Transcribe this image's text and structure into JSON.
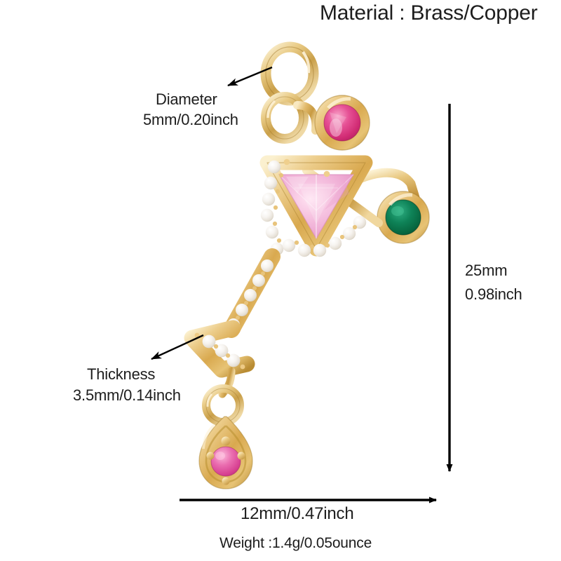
{
  "title": {
    "material_label": "Material : Brass/Copper"
  },
  "annotations": {
    "diameter": {
      "name": "Diameter",
      "value": "5mm/0.20inch"
    },
    "thickness": {
      "name": "Thickness",
      "value": "3.5mm/0.14inch"
    },
    "height": {
      "mm": "25mm",
      "inch": "0.98inch"
    },
    "width": {
      "value": "12mm/0.47inch"
    },
    "weight": {
      "value": "Weight :1.4g/0.05ounce"
    }
  },
  "product": {
    "type": "cocktail-glass-charm-pendant",
    "metal_color": "#e0b96a",
    "gems": [
      {
        "name": "triangle-pink-cz",
        "shape": "triangle",
        "color": "#efb4d6"
      },
      {
        "name": "round-magenta-cz",
        "shape": "round",
        "color": "#d6357f"
      },
      {
        "name": "round-emerald-cz",
        "shape": "round",
        "color": "#0d7a54"
      },
      {
        "name": "round-pink-drop-cz",
        "shape": "round",
        "color": "#e05fa8"
      },
      {
        "name": "pave-white-cz",
        "shape": "round",
        "color": "#f7f4f2"
      }
    ],
    "palette": {
      "gold_light": "#f6e2b4",
      "gold_mid": "#e3bd71",
      "gold_dark": "#c09238",
      "gold_shadow": "#9d7426"
    }
  },
  "leaders": {
    "diameter_arrow": "arrow-up-right-to-jump-ring",
    "thickness_arrow": "arrow-down-left-from-zigzag",
    "height_line": "vertical-dimension-line-arrow-down",
    "width_line": "horizontal-dimension-line-arrow-right"
  }
}
